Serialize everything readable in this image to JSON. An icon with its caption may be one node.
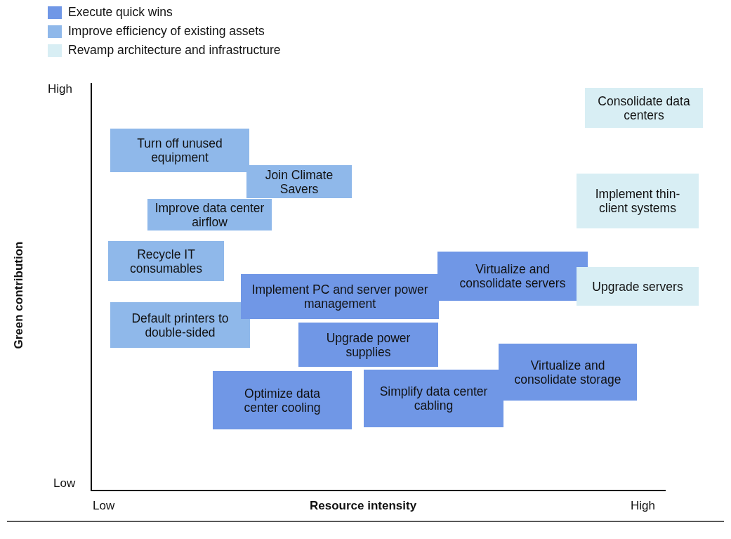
{
  "diagram": {
    "nodes": [
      {
        "text": [
          "Consolidate data centers"
        ]
      },
      {
        "text": [
          "Turn off unused equipment"
        ]
      },
      {
        "text": [
          "Join Climate Savers"
        ]
      },
      {
        "text": [
          "Implement thin-client systems"
        ]
      },
      {
        "text": [
          "Improve data center airflow"
        ]
      },
      {
        "text": [
          "Recycle IT consumables"
        ]
      },
      {
        "text": [
          "Virtualize and consolidate servers"
        ]
      },
      {
        "text": [
          "Implement PC and server power management"
        ]
      },
      {
        "text": [
          "Upgrade servers"
        ]
      },
      {
        "text": [
          "Default printers to double-sided"
        ]
      },
      {
        "text": [
          "Upgrade power supplies"
        ]
      },
      {
        "text": [
          "Virtualize and consolidate storage"
        ]
      },
      {
        "text": [
          "Optimize data center cooling"
        ]
      },
      {
        "text": [
          "Simplify data center cabling"
        ]
      }
    ],
    "labels": [
      "High",
      "Low",
      "Green contribution",
      "Low",
      "Resource intensity",
      "High"
    ],
    "legend": [
      {
        "text": "Execute quick wins",
        "color": "#7097e6"
      },
      {
        "text": "Improve efficiency of existing assets",
        "color": "#8fb8ea"
      },
      {
        "text": "Revamp architecture and infrastructure",
        "color": "#d8eef4"
      }
    ]
  }
}
